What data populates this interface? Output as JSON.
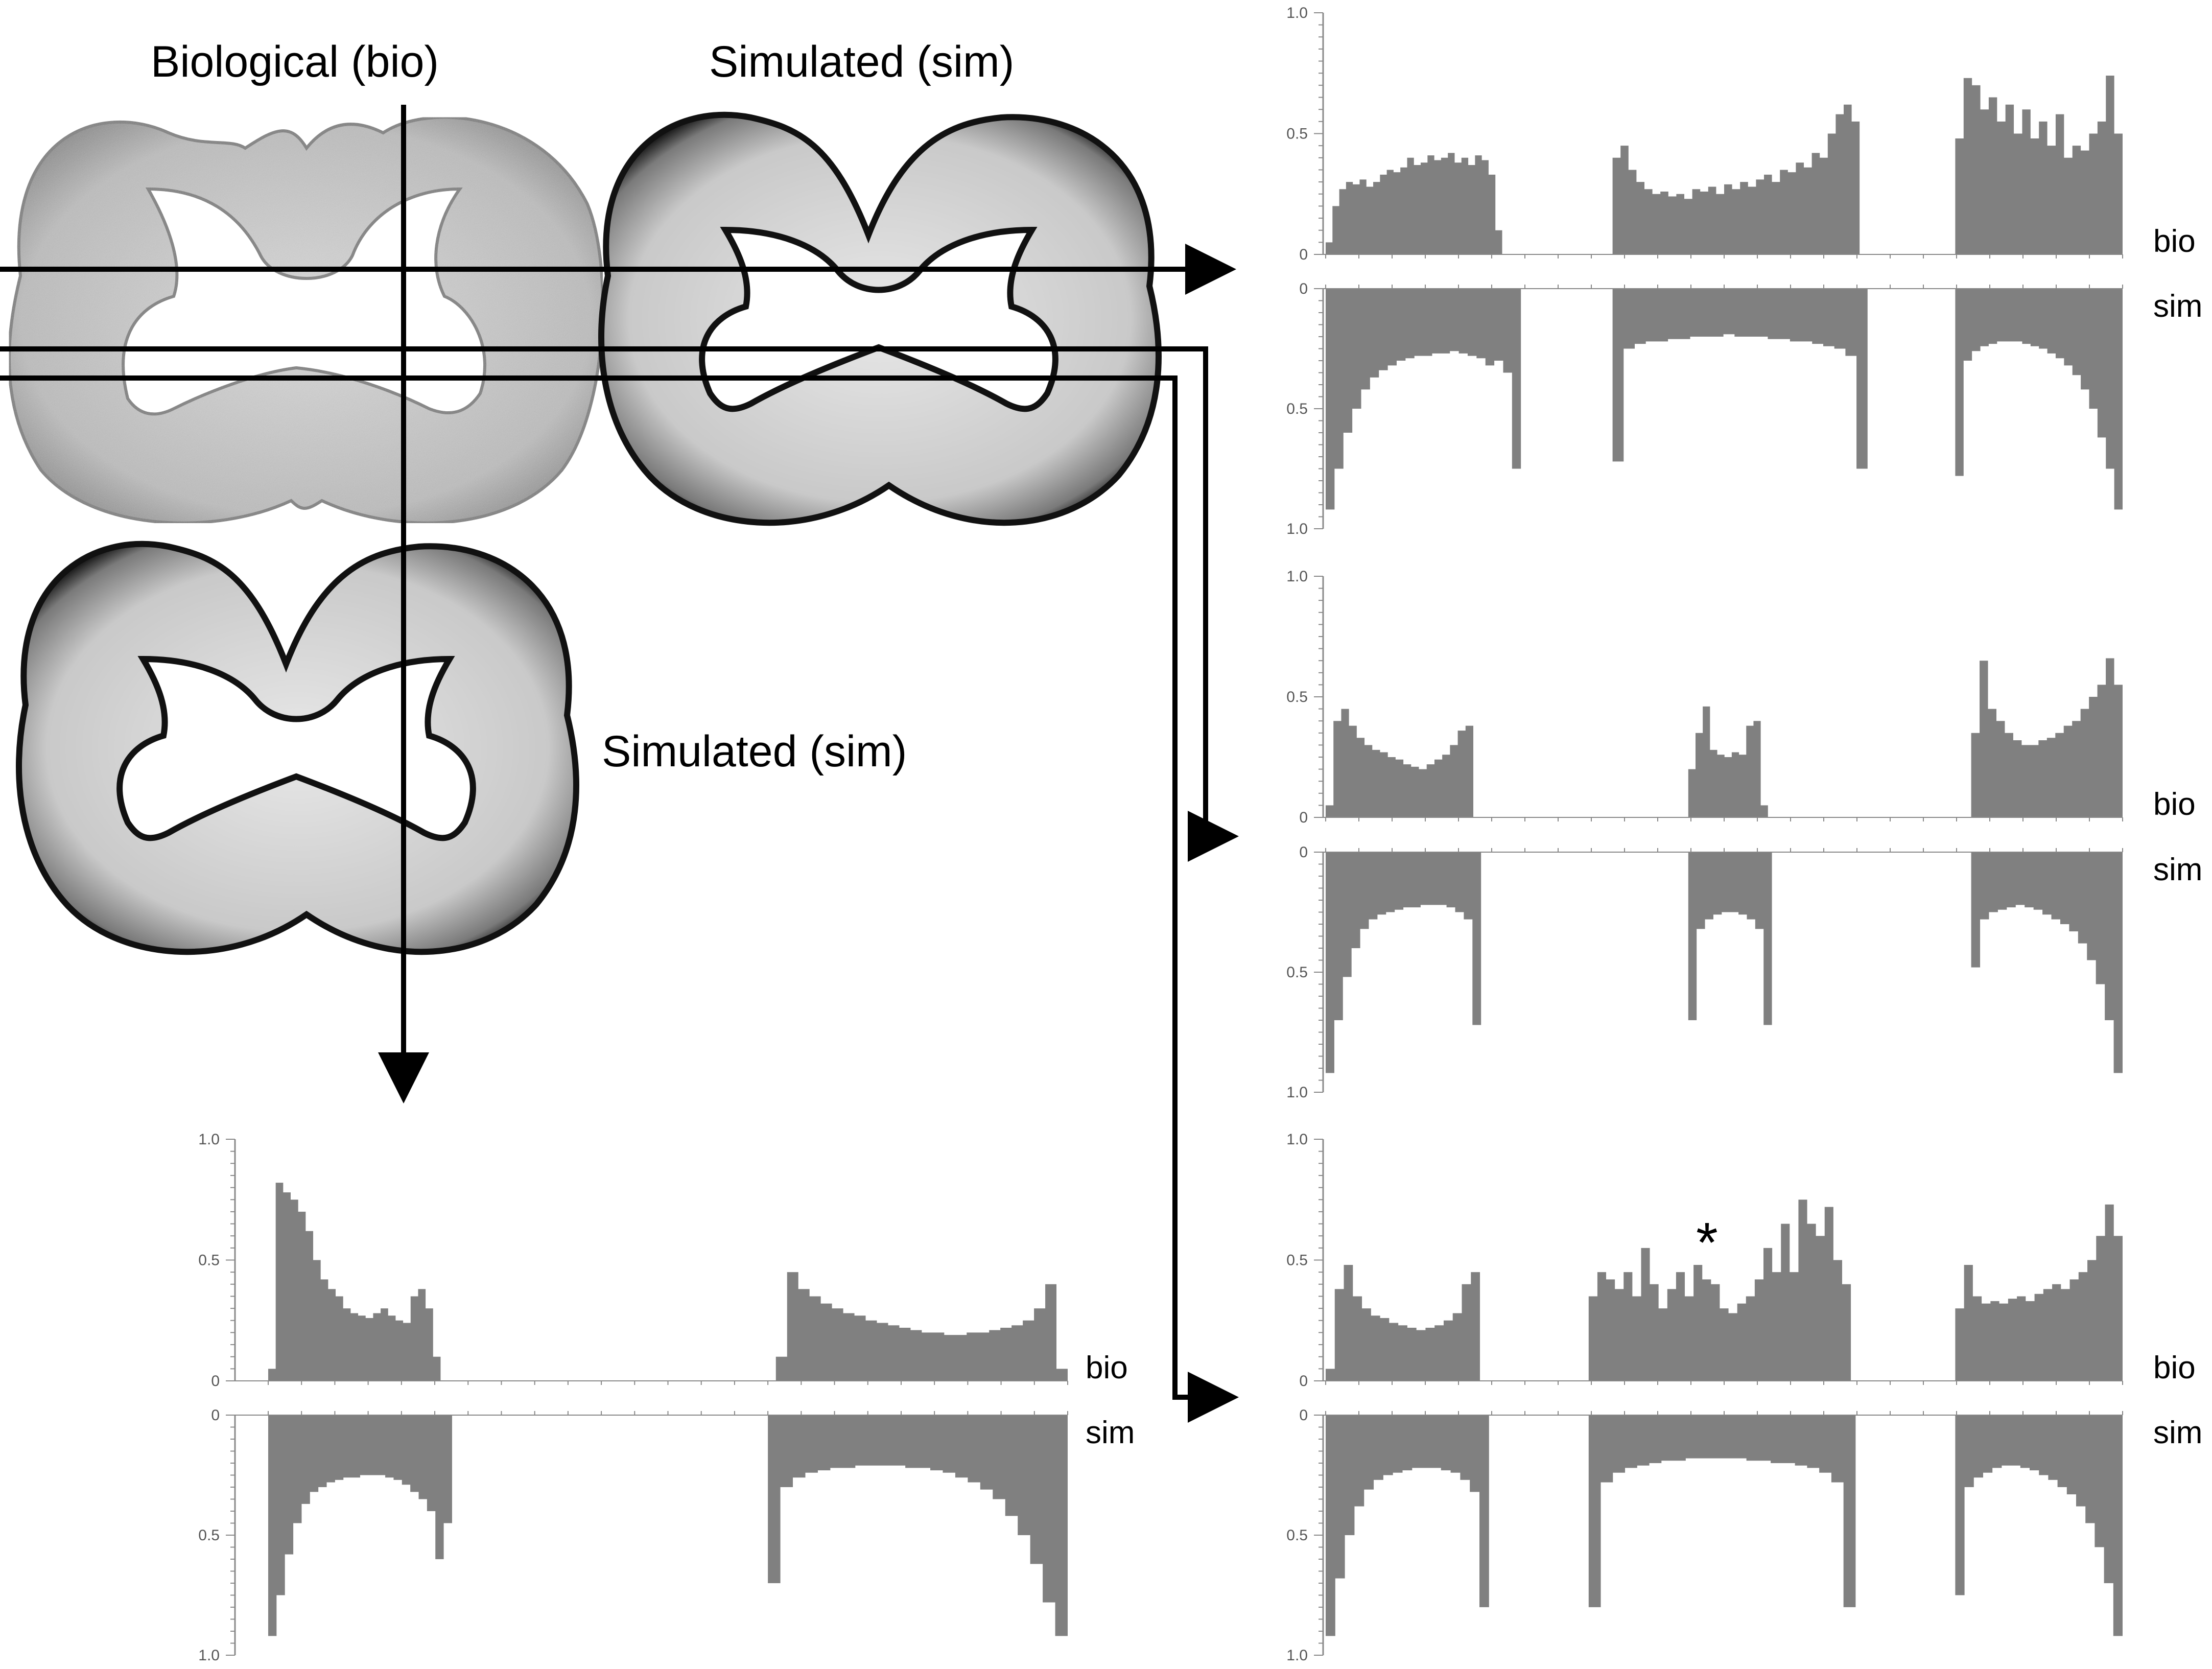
{
  "figure": {
    "image_labels": {
      "bio_title": "Biological (bio)",
      "sim_title_top": "Simulated (sim)",
      "sim_title_bottom": "Simulated (sim)"
    },
    "colors": {
      "fill": "#808080",
      "axis": "#888888",
      "arrow": "#000000",
      "tissue_sim_edge": "#1a1a1a",
      "tissue_sim_inner": "#d2d2d2",
      "tissue_bio": "#c8c8c8"
    },
    "profile_labels": {
      "upper": "bio",
      "lower": "sim"
    },
    "axis_ticks": {
      "top": [
        "1.0",
        "0.5",
        "0"
      ],
      "bottom": [
        "0",
        "0.5",
        "1.0"
      ]
    },
    "annotation": "*"
  },
  "chart_data": [
    {
      "type": "area",
      "profile": "horizontal-line-1",
      "ylim": [
        0,
        1
      ],
      "bio_segments": [
        {
          "x0": 0.0,
          "x1": 0.23,
          "values": [
            0.05,
            0.2,
            0.27,
            0.3,
            0.29,
            0.31,
            0.28,
            0.3,
            0.33,
            0.35,
            0.34,
            0.36,
            0.4,
            0.37,
            0.38,
            0.41,
            0.39,
            0.4,
            0.42,
            0.38,
            0.4,
            0.37,
            0.41,
            0.39,
            0.33,
            0.1,
            0.0
          ]
        },
        {
          "x0": 0.36,
          "x1": 0.68,
          "values": [
            0.4,
            0.45,
            0.35,
            0.3,
            0.27,
            0.25,
            0.26,
            0.24,
            0.25,
            0.23,
            0.27,
            0.26,
            0.28,
            0.25,
            0.29,
            0.27,
            0.3,
            0.28,
            0.31,
            0.33,
            0.3,
            0.35,
            0.34,
            0.38,
            0.36,
            0.42,
            0.4,
            0.5,
            0.58,
            0.62,
            0.55,
            0.0
          ]
        },
        {
          "x0": 0.79,
          "x1": 1.0,
          "values": [
            0.48,
            0.73,
            0.7,
            0.6,
            0.65,
            0.55,
            0.62,
            0.5,
            0.6,
            0.48,
            0.55,
            0.45,
            0.58,
            0.4,
            0.45,
            0.43,
            0.5,
            0.55,
            0.74,
            0.5
          ]
        }
      ],
      "sim_segments": [
        {
          "x0": 0.0,
          "x1": 0.245,
          "values": [
            0.92,
            0.75,
            0.6,
            0.5,
            0.42,
            0.37,
            0.34,
            0.32,
            0.3,
            0.29,
            0.28,
            0.28,
            0.27,
            0.27,
            0.26,
            0.27,
            0.28,
            0.29,
            0.32,
            0.3,
            0.35,
            0.75
          ]
        },
        {
          "x0": 0.36,
          "x1": 0.68,
          "values": [
            0.72,
            0.25,
            0.23,
            0.22,
            0.22,
            0.21,
            0.21,
            0.2,
            0.2,
            0.2,
            0.19,
            0.2,
            0.2,
            0.2,
            0.21,
            0.21,
            0.22,
            0.22,
            0.23,
            0.24,
            0.25,
            0.28,
            0.75
          ]
        },
        {
          "x0": 0.79,
          "x1": 1.0,
          "values": [
            0.78,
            0.3,
            0.26,
            0.24,
            0.23,
            0.22,
            0.22,
            0.22,
            0.23,
            0.24,
            0.25,
            0.27,
            0.29,
            0.32,
            0.36,
            0.42,
            0.5,
            0.62,
            0.75,
            0.92
          ]
        }
      ]
    },
    {
      "type": "area",
      "profile": "horizontal-line-2",
      "ylim": [
        0,
        1
      ],
      "bio_segments": [
        {
          "x0": 0.0,
          "x1": 0.195,
          "values": [
            0.05,
            0.4,
            0.45,
            0.38,
            0.33,
            0.3,
            0.28,
            0.27,
            0.25,
            0.24,
            0.22,
            0.21,
            0.2,
            0.22,
            0.24,
            0.26,
            0.3,
            0.36,
            0.38,
            0.0
          ]
        },
        {
          "x0": 0.455,
          "x1": 0.555,
          "values": [
            0.2,
            0.35,
            0.46,
            0.28,
            0.26,
            0.25,
            0.27,
            0.26,
            0.38,
            0.4,
            0.05
          ]
        },
        {
          "x0": 0.81,
          "x1": 1.0,
          "values": [
            0.35,
            0.65,
            0.45,
            0.4,
            0.35,
            0.32,
            0.3,
            0.3,
            0.32,
            0.33,
            0.35,
            0.38,
            0.4,
            0.45,
            0.5,
            0.55,
            0.66,
            0.55
          ]
        }
      ],
      "sim_segments": [
        {
          "x0": 0.0,
          "x1": 0.195,
          "values": [
            0.92,
            0.7,
            0.52,
            0.4,
            0.32,
            0.28,
            0.26,
            0.25,
            0.24,
            0.23,
            0.23,
            0.22,
            0.22,
            0.22,
            0.23,
            0.25,
            0.28,
            0.72
          ]
        },
        {
          "x0": 0.455,
          "x1": 0.56,
          "values": [
            0.7,
            0.32,
            0.28,
            0.26,
            0.25,
            0.25,
            0.26,
            0.28,
            0.32,
            0.72
          ]
        },
        {
          "x0": 0.81,
          "x1": 1.0,
          "values": [
            0.48,
            0.28,
            0.25,
            0.24,
            0.23,
            0.22,
            0.23,
            0.24,
            0.26,
            0.28,
            0.3,
            0.33,
            0.38,
            0.45,
            0.55,
            0.7,
            0.92
          ]
        }
      ]
    },
    {
      "type": "area",
      "profile": "horizontal-line-3",
      "ylim": [
        0,
        1
      ],
      "bio_segments": [
        {
          "x0": 0.0,
          "x1": 0.205,
          "values": [
            0.05,
            0.38,
            0.48,
            0.35,
            0.3,
            0.27,
            0.26,
            0.24,
            0.23,
            0.22,
            0.21,
            0.22,
            0.23,
            0.25,
            0.28,
            0.4,
            0.45,
            0.0
          ]
        },
        {
          "x0": 0.33,
          "x1": 0.67,
          "values": [
            0.35,
            0.45,
            0.42,
            0.38,
            0.45,
            0.35,
            0.55,
            0.4,
            0.3,
            0.38,
            0.45,
            0.35,
            0.48,
            0.42,
            0.4,
            0.3,
            0.28,
            0.32,
            0.35,
            0.42,
            0.55,
            0.45,
            0.65,
            0.45,
            0.75,
            0.65,
            0.6,
            0.72,
            0.5,
            0.4,
            0.0
          ]
        },
        {
          "x0": 0.79,
          "x1": 1.0,
          "values": [
            0.3,
            0.48,
            0.35,
            0.32,
            0.33,
            0.32,
            0.34,
            0.35,
            0.33,
            0.36,
            0.38,
            0.4,
            0.38,
            0.42,
            0.45,
            0.5,
            0.6,
            0.73,
            0.6
          ]
        }
      ],
      "sim_segments": [
        {
          "x0": 0.0,
          "x1": 0.205,
          "values": [
            0.92,
            0.68,
            0.5,
            0.38,
            0.31,
            0.27,
            0.25,
            0.24,
            0.23,
            0.22,
            0.22,
            0.22,
            0.23,
            0.24,
            0.27,
            0.32,
            0.8
          ]
        },
        {
          "x0": 0.33,
          "x1": 0.665,
          "values": [
            0.8,
            0.28,
            0.24,
            0.22,
            0.21,
            0.2,
            0.19,
            0.19,
            0.18,
            0.18,
            0.18,
            0.18,
            0.18,
            0.19,
            0.19,
            0.2,
            0.2,
            0.21,
            0.22,
            0.24,
            0.28,
            0.8
          ]
        },
        {
          "x0": 0.79,
          "x1": 1.0,
          "values": [
            0.75,
            0.3,
            0.26,
            0.24,
            0.22,
            0.21,
            0.21,
            0.22,
            0.23,
            0.25,
            0.27,
            0.3,
            0.33,
            0.38,
            0.45,
            0.55,
            0.7,
            0.92
          ]
        }
      ]
    },
    {
      "type": "area",
      "profile": "vertical-line",
      "ylim": [
        0,
        1
      ],
      "bio_segments": [
        {
          "x0": 0.0,
          "x1": 0.225,
          "values": [
            0.05,
            0.82,
            0.78,
            0.75,
            0.7,
            0.62,
            0.5,
            0.42,
            0.38,
            0.35,
            0.3,
            0.28,
            0.27,
            0.26,
            0.28,
            0.3,
            0.27,
            0.25,
            0.24,
            0.35,
            0.38,
            0.3,
            0.1,
            0.0
          ]
        },
        {
          "x0": 0.635,
          "x1": 1.0,
          "values": [
            0.1,
            0.45,
            0.38,
            0.35,
            0.32,
            0.3,
            0.28,
            0.27,
            0.25,
            0.24,
            0.23,
            0.22,
            0.21,
            0.2,
            0.2,
            0.19,
            0.19,
            0.2,
            0.2,
            0.21,
            0.22,
            0.23,
            0.25,
            0.3,
            0.4,
            0.05
          ]
        }
      ],
      "sim_segments": [
        {
          "x0": 0.0,
          "x1": 0.23,
          "values": [
            0.92,
            0.75,
            0.58,
            0.45,
            0.37,
            0.32,
            0.3,
            0.28,
            0.27,
            0.26,
            0.26,
            0.25,
            0.25,
            0.25,
            0.26,
            0.27,
            0.29,
            0.32,
            0.35,
            0.4,
            0.6,
            0.45
          ]
        },
        {
          "x0": 0.625,
          "x1": 1.0,
          "values": [
            0.7,
            0.3,
            0.26,
            0.24,
            0.23,
            0.22,
            0.22,
            0.21,
            0.21,
            0.21,
            0.21,
            0.22,
            0.22,
            0.23,
            0.24,
            0.26,
            0.28,
            0.31,
            0.35,
            0.42,
            0.5,
            0.62,
            0.78,
            0.92
          ]
        }
      ]
    }
  ]
}
